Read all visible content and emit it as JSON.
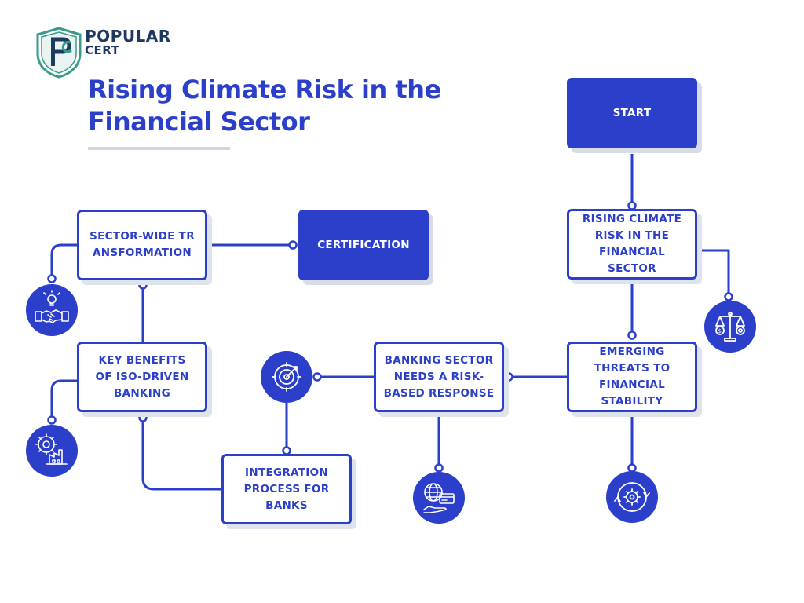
{
  "brand": {
    "line1": "POPULAR",
    "line2": "CERT"
  },
  "title": "Rising Climate Risk in the Financial Sector",
  "nodes": {
    "start": "START",
    "rising": "RISING CLIMATE RISK IN THE FINANCIAL SECTOR",
    "emerging": "EMERGING THREATS TO FINANCIAL STABILITY",
    "banking_sector": "BANKING SECTOR NEEDS A RISK-BASED RESPONSE",
    "integration": "INTEGRATION PROCESS FOR BANKS",
    "key_benefits": "KEY BENEFITS OF ISO-DRIVEN BANKING",
    "sector_wide": "SECTOR-WIDE TRANSFORMATION",
    "certification": "CERTIFICATION"
  },
  "icons": {
    "handshake": "handshake-lightbulb-icon",
    "scale": "money-scale-icon",
    "factory": "factory-gear-icon",
    "globe": "globe-card-hand-icon",
    "target": "target-icon",
    "cycle": "gear-cycle-icon"
  },
  "colors": {
    "primary": "#2b3fcb",
    "title": "#2b3fcb",
    "logo_dark": "#1e3a5f",
    "logo_green": "#3a9a8a",
    "shadow": "#dfe3ec"
  }
}
